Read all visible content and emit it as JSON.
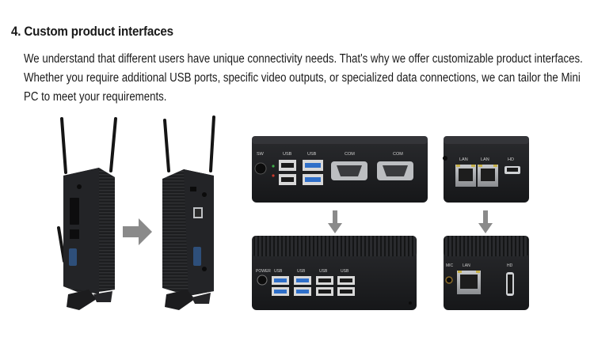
{
  "section": {
    "heading": "4. Custom product interfaces",
    "body_lines": [
      "We understand that different users have unique connectivity needs. That's why we offer customizable product interfaces.",
      "Whether you require additional USB ports, specific video outputs, or specialized data connections, we can tailor the Mini",
      "PC to meet your requirements."
    ]
  },
  "panels": {
    "rear_before": {
      "labels": [
        "SW",
        "USB",
        "USB",
        "COM",
        "COM"
      ]
    },
    "rear_after": {
      "labels": [
        "POWER",
        "USB",
        "USB",
        "USB",
        "USB"
      ]
    },
    "side_before": {
      "labels": [
        "LAN",
        "LAN",
        "HD"
      ]
    },
    "side_after": {
      "labels": [
        "MIC",
        "LAN",
        "HD"
      ]
    }
  },
  "colors": {
    "device_body": "#1c1d1f",
    "port_blue": "#2f6fc9",
    "arrow_gray": "#8a8a8a",
    "lan_yellow": "#c8b24a"
  },
  "icons": [
    "right-arrow-icon",
    "down-arrow-icon",
    "antenna-icon"
  ]
}
